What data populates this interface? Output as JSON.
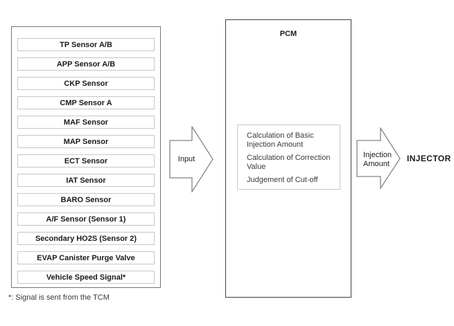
{
  "left_panel": {
    "items": [
      "TP Sensor A/B",
      "APP Sensor A/B",
      "CKP Sensor",
      "CMP Sensor A",
      "MAF Sensor",
      "MAP Sensor",
      "ECT Sensor",
      "IAT Sensor",
      "BARO Sensor",
      "A/F Sensor (Sensor 1)",
      "Secondary HO2S (Sensor 2)",
      "EVAP Canister Purge Valve",
      "Vehicle Speed Signal*"
    ],
    "footnote": "*: Signal is sent from the TCM"
  },
  "input_arrow": {
    "label": "Input"
  },
  "pcm": {
    "title": "PCM",
    "functions": [
      "Calculation of Basic Injection Amount",
      "Calculation of Correction Value",
      "Judgement of Cut-off"
    ]
  },
  "output_arrow": {
    "label": "Injection Amount"
  },
  "injector_label": "INJECTOR",
  "colors": {
    "background": "#ffffff",
    "panel_border": "#757575",
    "sensor_box_border": "#c6c6c6",
    "pcm_border": "#3f3f3f",
    "calc_box_border": "#c6c6c6",
    "arrow_stroke": "#848484",
    "text": "#1a1a1a",
    "text_secondary": "#3a3a3a"
  }
}
